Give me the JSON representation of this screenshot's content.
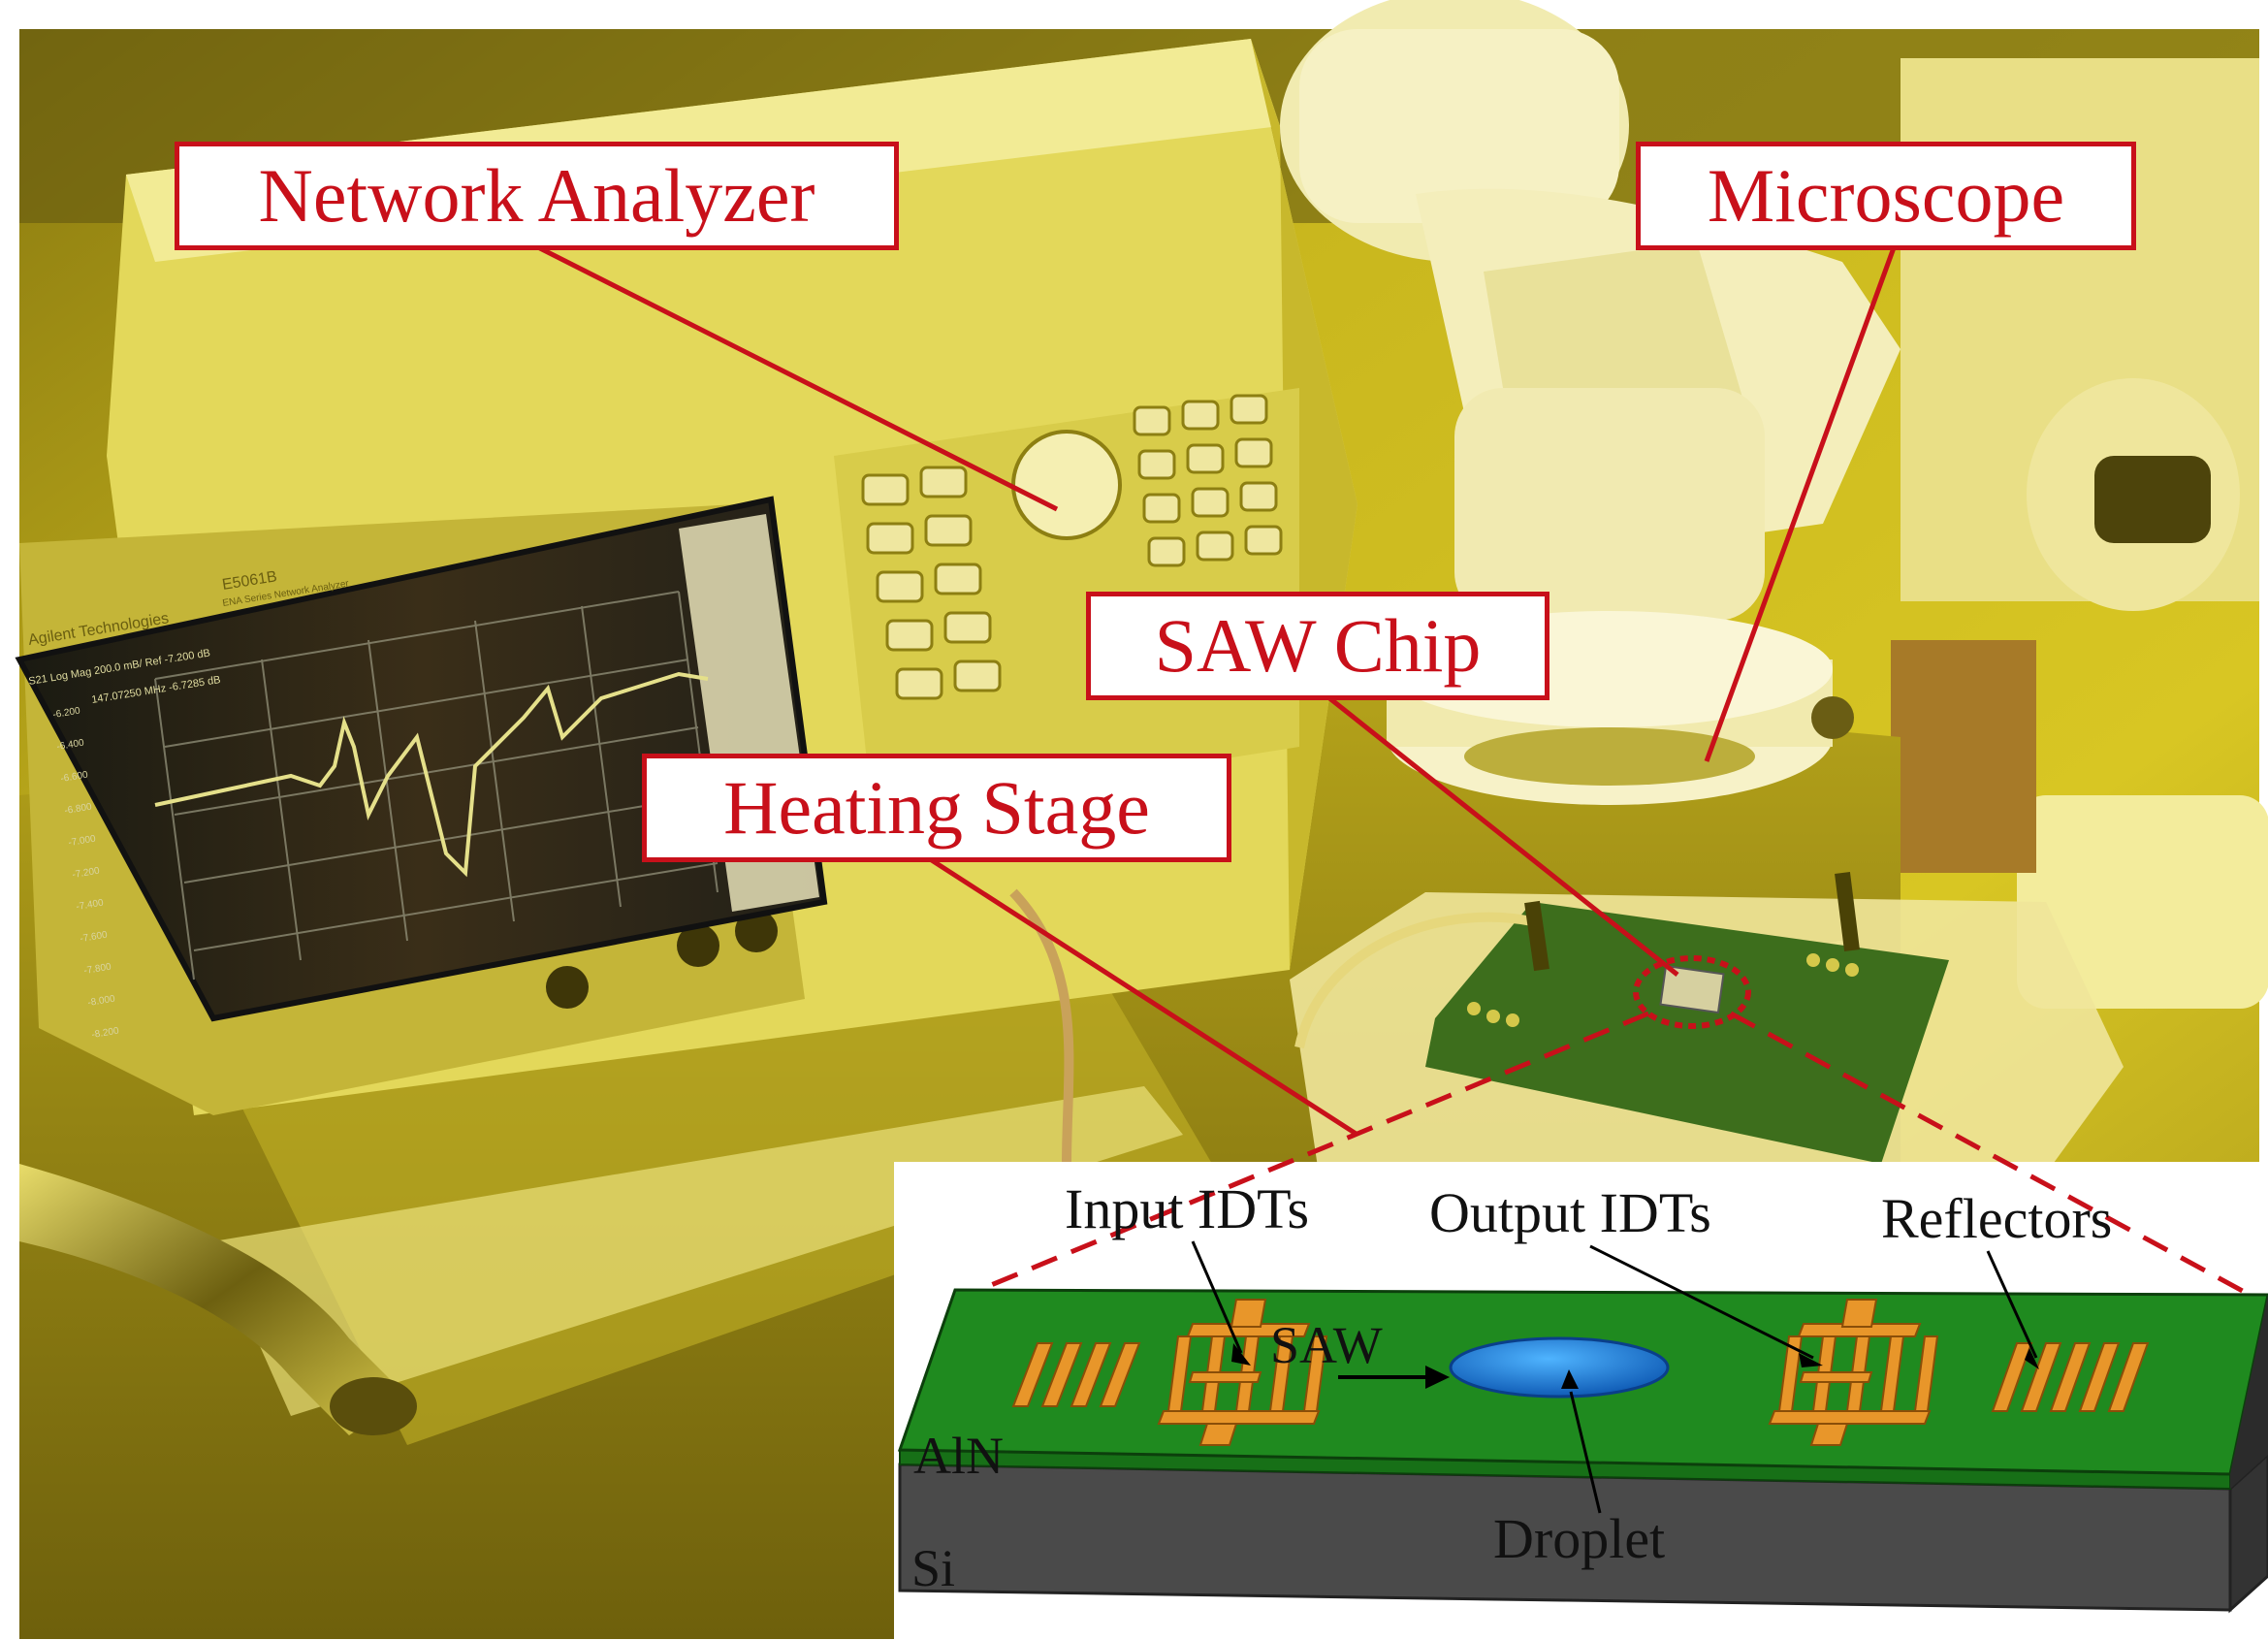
{
  "callouts": {
    "network_analyzer": "Network Analyzer",
    "microscope": "Microscope",
    "saw_chip": "SAW Chip",
    "heating_stage": "Heating Stage"
  },
  "instrument": {
    "brand": "Agilent Technologies",
    "model": "E5061B",
    "subtitle": "ENA Series Network Analyzer",
    "trace_header": "S21 Log Mag 200.0 mB/ Ref -7.200 dB",
    "marker_readout": "147.07250 MHz -6.7285 dB",
    "y_ticks": [
      "-6.200",
      "-6.400",
      "-6.600",
      "-6.800",
      "-7.000",
      "-7.200",
      "-7.400",
      "-7.600",
      "-7.800",
      "-8.000",
      "-8.200"
    ]
  },
  "inset": {
    "input_idts": "Input IDTs",
    "output_idts": "Output IDTs",
    "reflectors": "Reflectors",
    "saw": "SAW",
    "droplet": "Droplet",
    "aln": "AlN",
    "si": "Si"
  },
  "colors": {
    "callout_red": "#c8101a",
    "aln_green": "#1f8a1f",
    "electrode_orange": "#e8962a",
    "si_gray": "#4a4a4a",
    "droplet_blue": "#1e7fd8"
  }
}
